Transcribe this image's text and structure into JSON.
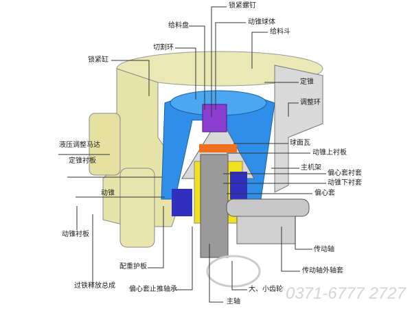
{
  "labels": {
    "lock_screw": "锁紧螺钉",
    "feed_plate": "给料盘",
    "mantle_ball": "动锥球体",
    "feed_hopper": "给料斗",
    "cutting_ring": "切割环",
    "lock_cylinder": "锁紧缸",
    "fixed_cone": "定锥",
    "adjust_ring": "调整环",
    "hydraulic_motor": "液压调整马达",
    "spherical_bearing": "球面瓦",
    "mantle_upper_liner": "动锥上衬板",
    "fixed_cone_liner": "定锥衬板",
    "main_frame": "主机架",
    "eccentric_bushing": "偏心套衬套",
    "moving_cone": "动锥",
    "mantle_lower_bushing": "动锥下衬套",
    "eccentric_sleeve": "偏心套",
    "mantle_liner": "动锥衬板",
    "drive_shaft": "传动轴",
    "counterweight_guard": "配重护板",
    "drive_shaft_housing": "传动轴外轴套",
    "tramp_release": "过铁释放总成",
    "thrust_bearing": "偏心套止推轴承",
    "gears": "大、小齿轮",
    "main_shaft": "主轴"
  },
  "watermark": "0371-6777 2727",
  "colors": {
    "housing": "#e9e7b0",
    "liner": "#2f8fe8",
    "mantle": "#8a3fd0",
    "eccentric": "#f0e020",
    "steel": "#b8b8b8"
  }
}
